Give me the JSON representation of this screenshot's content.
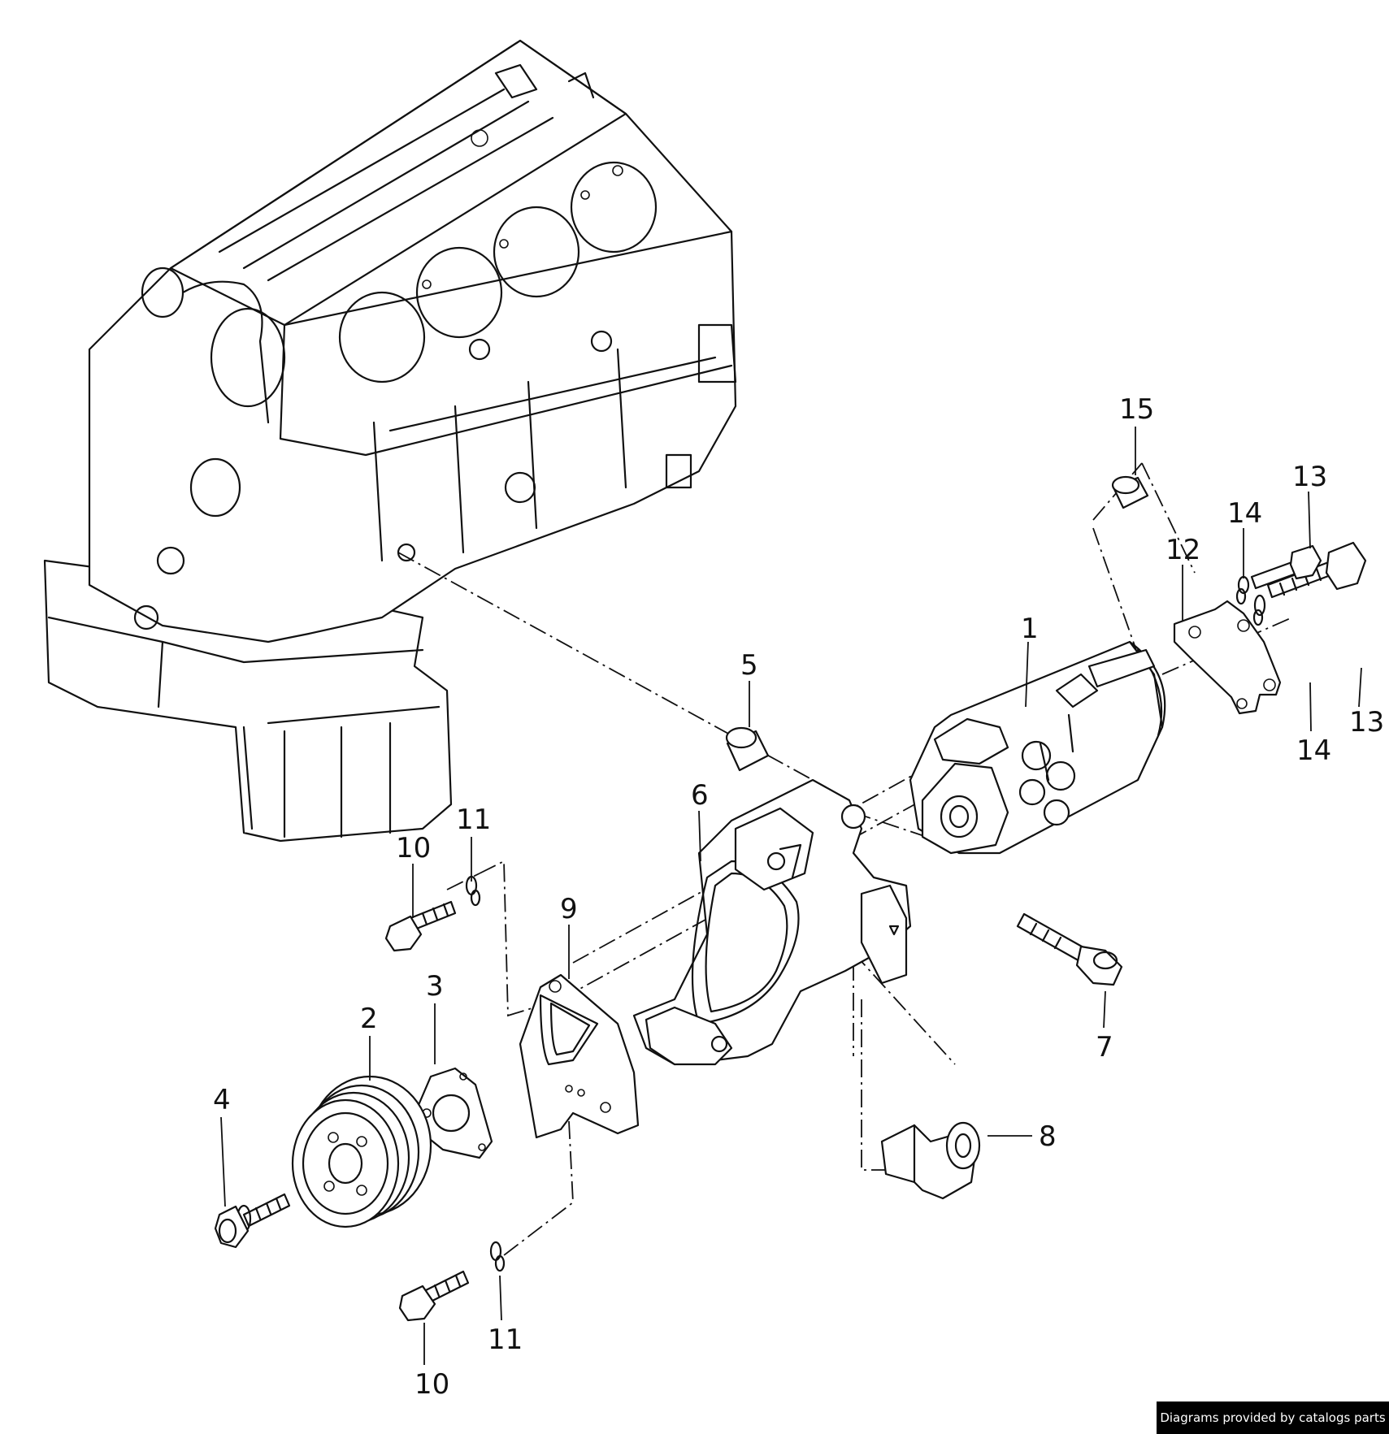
{
  "diagram": {
    "callouts": [
      {
        "id": "c1",
        "label": "1"
      },
      {
        "id": "c2",
        "label": "2"
      },
      {
        "id": "c3",
        "label": "3"
      },
      {
        "id": "c4",
        "label": "4"
      },
      {
        "id": "c5",
        "label": "5"
      },
      {
        "id": "c6",
        "label": "6"
      },
      {
        "id": "c7",
        "label": "7"
      },
      {
        "id": "c8",
        "label": "8"
      },
      {
        "id": "c9",
        "label": "9"
      },
      {
        "id": "c10a",
        "label": "10"
      },
      {
        "id": "c10b",
        "label": "10"
      },
      {
        "id": "c11a",
        "label": "11"
      },
      {
        "id": "c11b",
        "label": "11"
      },
      {
        "id": "c12",
        "label": "12"
      },
      {
        "id": "c13a",
        "label": "13"
      },
      {
        "id": "c13b",
        "label": "13"
      },
      {
        "id": "c14a",
        "label": "14"
      },
      {
        "id": "c14b",
        "label": "14"
      },
      {
        "id": "c15",
        "label": "15"
      }
    ]
  },
  "credit": "Diagrams provided by catalogs parts"
}
